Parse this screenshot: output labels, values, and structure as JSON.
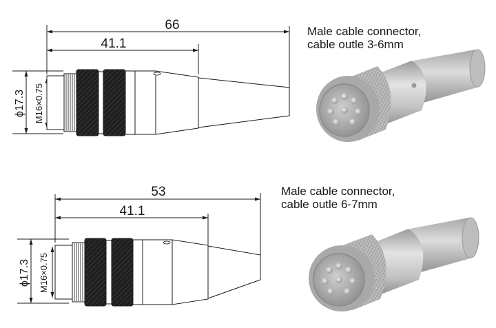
{
  "connectors": [
    {
      "overall_length": "66",
      "body_length": "41.1",
      "diameter": "ϕ17.3",
      "thread": "M16×0.75",
      "caption_line1": "Male cable connector,",
      "caption_line2": "cable outle 3-6mm"
    },
    {
      "overall_length": "53",
      "body_length": "41.1",
      "diameter": "ϕ17.3",
      "thread": "M16×0.75",
      "caption_line1": "Male cable connector,",
      "caption_line2": "cable outle 6-7mm"
    }
  ],
  "colors": {
    "line": "#1a1a1a",
    "knurl": "#1e1e1e",
    "metal": "#c4c4c4",
    "metal_light": "#e2e2e2",
    "metal_dark": "#8c8c8c"
  }
}
